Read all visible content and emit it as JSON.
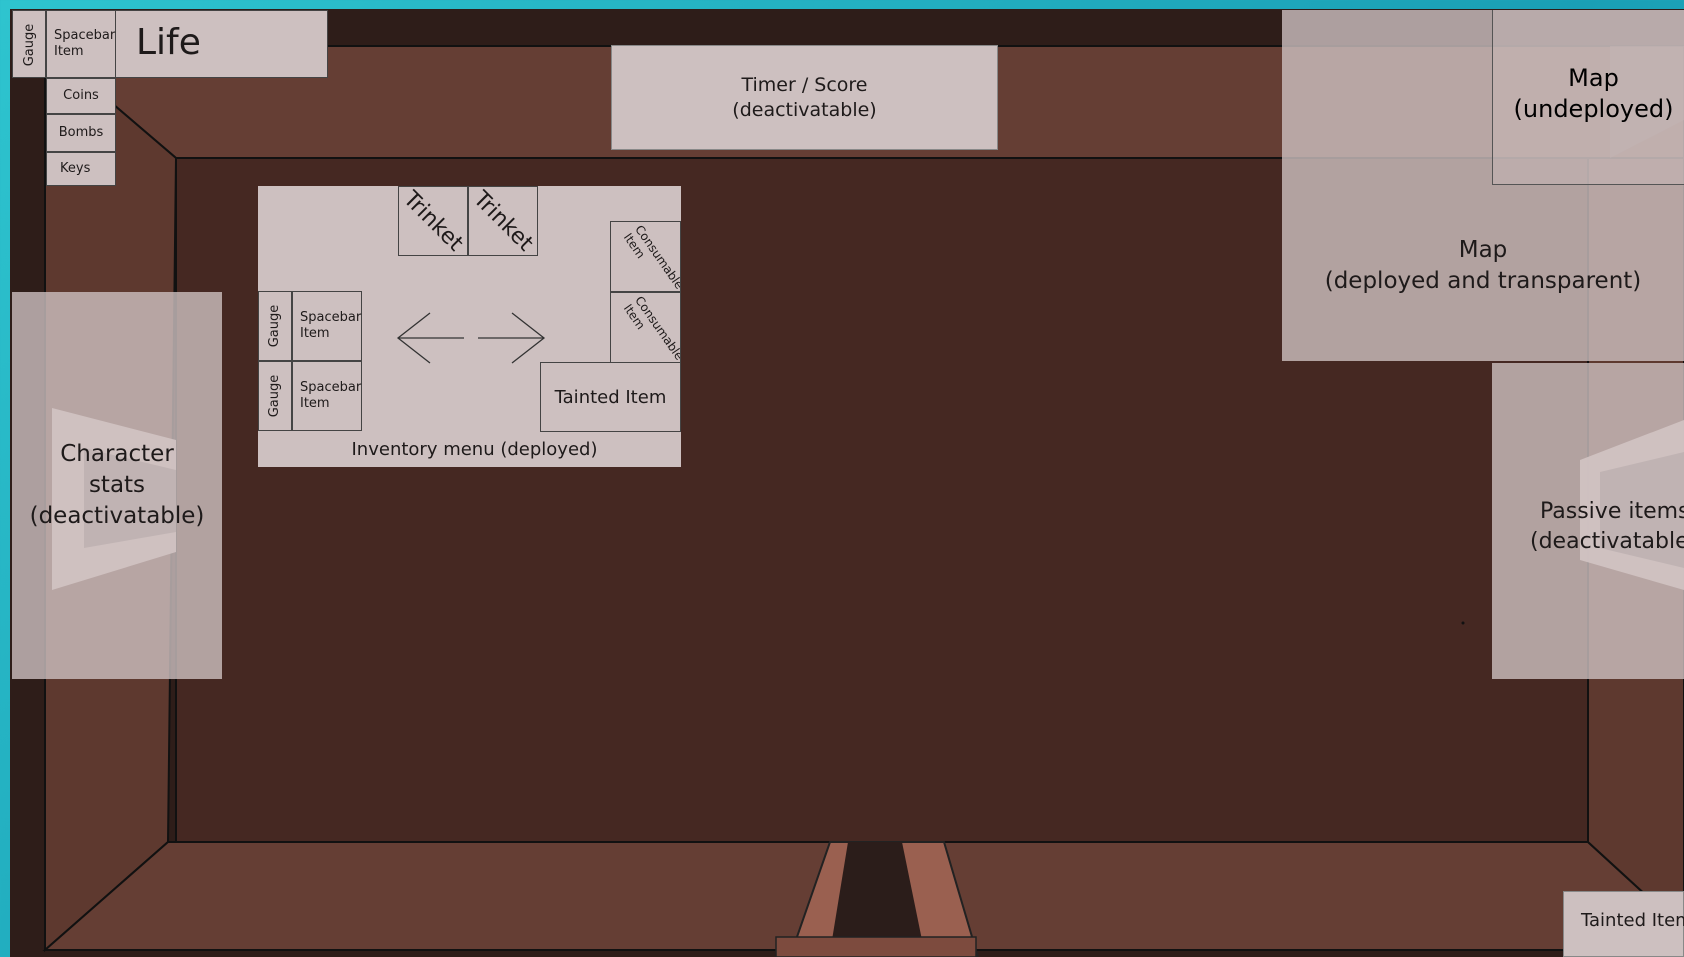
{
  "hud": {
    "gauge_label": "Gauge",
    "spacebar_label": "Spacebar\nItem",
    "life_label": "Life",
    "coins_label": "Coins",
    "bombs_label": "Bombs",
    "keys_label": "Keys"
  },
  "timer": {
    "line1": "Timer / Score",
    "line2": "(deactivatable)"
  },
  "map_undeployed": {
    "line1": "Map",
    "line2": "(undeployed)"
  },
  "map_deployed": {
    "line1": "Map",
    "line2": "(deployed and transparent)"
  },
  "character_stats": {
    "line1": "Character",
    "line2": "stats",
    "line3": "(deactivatable)"
  },
  "passive_items": {
    "line1": "Passive items",
    "line2": "(deactivatable)"
  },
  "tainted_corner_label": "Tainted Item",
  "inventory": {
    "title": "Inventory menu (deployed)",
    "trinket_1": "Trinket",
    "trinket_2": "Trinket",
    "consumable_1": "Consumable\nItem",
    "consumable_2": "Consumable\nItem",
    "gauge_1": "Gauge",
    "gauge_2": "Gauge",
    "spacebar_1": "Spacebar\nItem",
    "spacebar_2": "Spacebar\nItem",
    "tainted_item": "Tainted Item",
    "left_arrow_icon": "arrow-left-icon",
    "right_arrow_icon": "arrow-right-icon"
  },
  "colors": {
    "floor": "#452822",
    "wall": "#653e34",
    "panel": "#cdc0c0",
    "frame": "#2e1d19",
    "door_dark": "#2b1d1a",
    "door_light": "#9a6050"
  }
}
